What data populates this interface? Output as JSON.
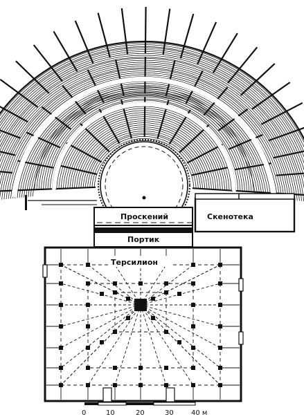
{
  "labels": {
    "proskenion": "Проскений",
    "skenotheke": "Скенотека",
    "portico": "Портик",
    "thersilion": "Терсилион"
  },
  "scale_bar": {
    "ticks": [
      "0",
      "10",
      "20",
      "30",
      "40 м"
    ]
  },
  "colors": {
    "ink": "#111111",
    "paper": "#ffffff"
  }
}
